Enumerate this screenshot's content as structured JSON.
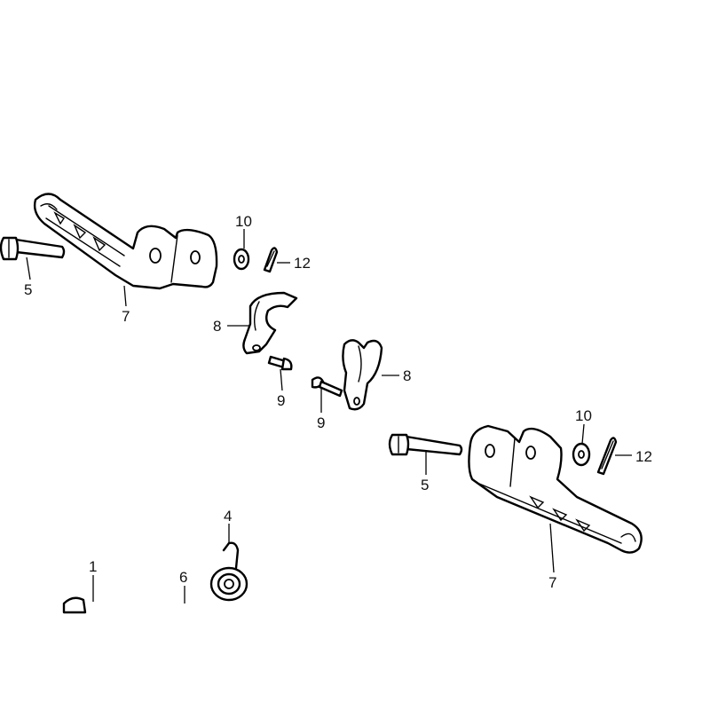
{
  "callouts": {
    "c10_top": "10",
    "c12_top": "12",
    "c5_top": "5",
    "c7_top": "7",
    "c8_left": "8",
    "c9_left": "9",
    "c8_right": "8",
    "c9_right": "9",
    "c10_bot": "10",
    "c12_bot": "12",
    "c5_bot": "5",
    "c7_bot": "7",
    "c4": "4",
    "c1": "1",
    "c6": "6"
  }
}
